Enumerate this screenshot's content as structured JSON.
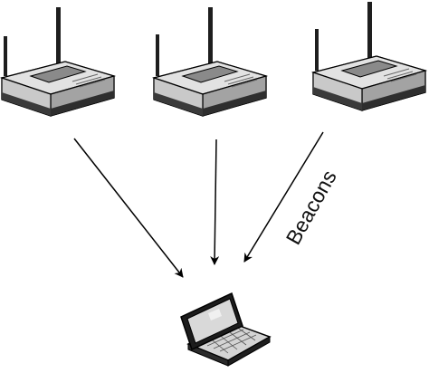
{
  "diagram": {
    "arrow_label": "Beacons",
    "access_points": [
      {
        "id": "ap-left"
      },
      {
        "id": "ap-middle"
      },
      {
        "id": "ap-right"
      }
    ],
    "client": {
      "id": "laptop"
    }
  },
  "colors": {
    "device_top": "#d9d9d9",
    "device_side": "#a8a8a8",
    "device_dark": "#2a2a2a",
    "outline": "#000000",
    "screen": "#dcdcdc"
  }
}
